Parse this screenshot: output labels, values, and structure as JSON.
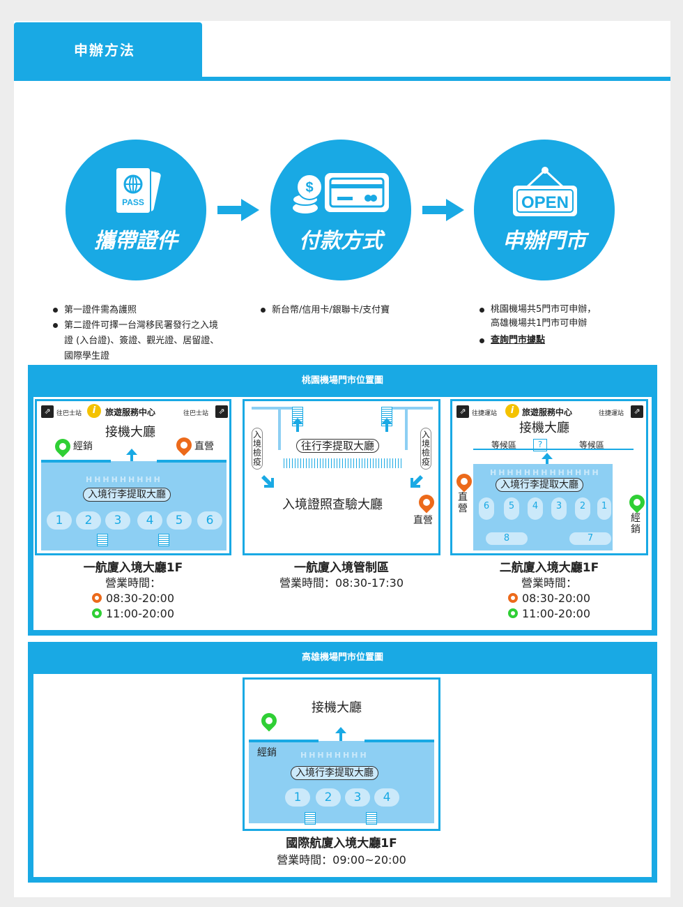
{
  "tab": {
    "title": "申辦方法"
  },
  "steps": [
    {
      "title": "攜帶證件",
      "icon": "passport-icon",
      "badge": "PASS"
    },
    {
      "title": "付款方式",
      "icon": "credit-card-icon",
      "badge": "$"
    },
    {
      "title": "申辦門市",
      "icon": "open-sign-icon",
      "badge": "OPEN"
    }
  ],
  "bullets": {
    "documents": [
      "第一證件需為護照",
      "第二證件可擇一台灣移民署發行之入境證 (入台證)、簽證、觀光證、居留證、國際學生證"
    ],
    "payment": [
      "新台幣/信用卡/銀聯卡/支付寶"
    ],
    "stores": {
      "line1": "桃園機場共5門市可申辦，",
      "line2": "高雄機場共1門市可申辦",
      "link": "查詢門市據點"
    }
  },
  "taoyuan": {
    "header": "桃園機場門市位置圖",
    "t1_hall": {
      "bus_left": "往巴士站",
      "bus_right": "往巴士站",
      "info": "旅遊服務中心",
      "arrival_hall": "接機大廳",
      "dealer": "經銷",
      "direct": "直營",
      "baggage": "入境行李提取大廳",
      "hh": "HHHHHHHHH",
      "belts": [
        "1",
        "2",
        "3",
        "4",
        "5",
        "6"
      ],
      "caption": "一航廈入境大廳1F",
      "hours_label": "營業時間：",
      "hours_orange": "08:30-20:00",
      "hours_green": "11:00-20:00"
    },
    "t1_control": {
      "quarantine": "入境檢疫",
      "baggage_hall": "往行李提取大廳",
      "inspection": "入境證照查驗大廳",
      "direct": "直營",
      "caption": "一航廈入境管制區",
      "hours": "營業時間：08:30-17:30"
    },
    "t2_hall": {
      "mrt_left": "往捷運站",
      "mrt_right": "往捷運站",
      "info": "旅遊服務中心",
      "arrival_hall": "接機大廳",
      "waiting": "等候區",
      "question": "?",
      "hh": "HHHHHHHHHHHHH",
      "baggage": "入境行李提取大廳",
      "belts": [
        "6",
        "5",
        "4",
        "3",
        "2",
        "1"
      ],
      "belts_lower": [
        "8",
        "7"
      ],
      "direct": "直營",
      "dealer": "經銷",
      "caption": "二航廈入境大廳1F",
      "hours_label": "營業時間：",
      "hours_orange": "08:30-20:00",
      "hours_green": "11:00-20:00"
    }
  },
  "kaohsiung": {
    "header": "高雄機場門市位置圖",
    "arrival_hall": "接機大廳",
    "dealer": "經銷",
    "hh": "HHHHHHHH",
    "baggage": "入境行李提取大廳",
    "belts": [
      "1",
      "2",
      "3",
      "4"
    ],
    "caption": "國際航廈入境大廳1F",
    "hours": "營業時間：09:00~20:00"
  }
}
